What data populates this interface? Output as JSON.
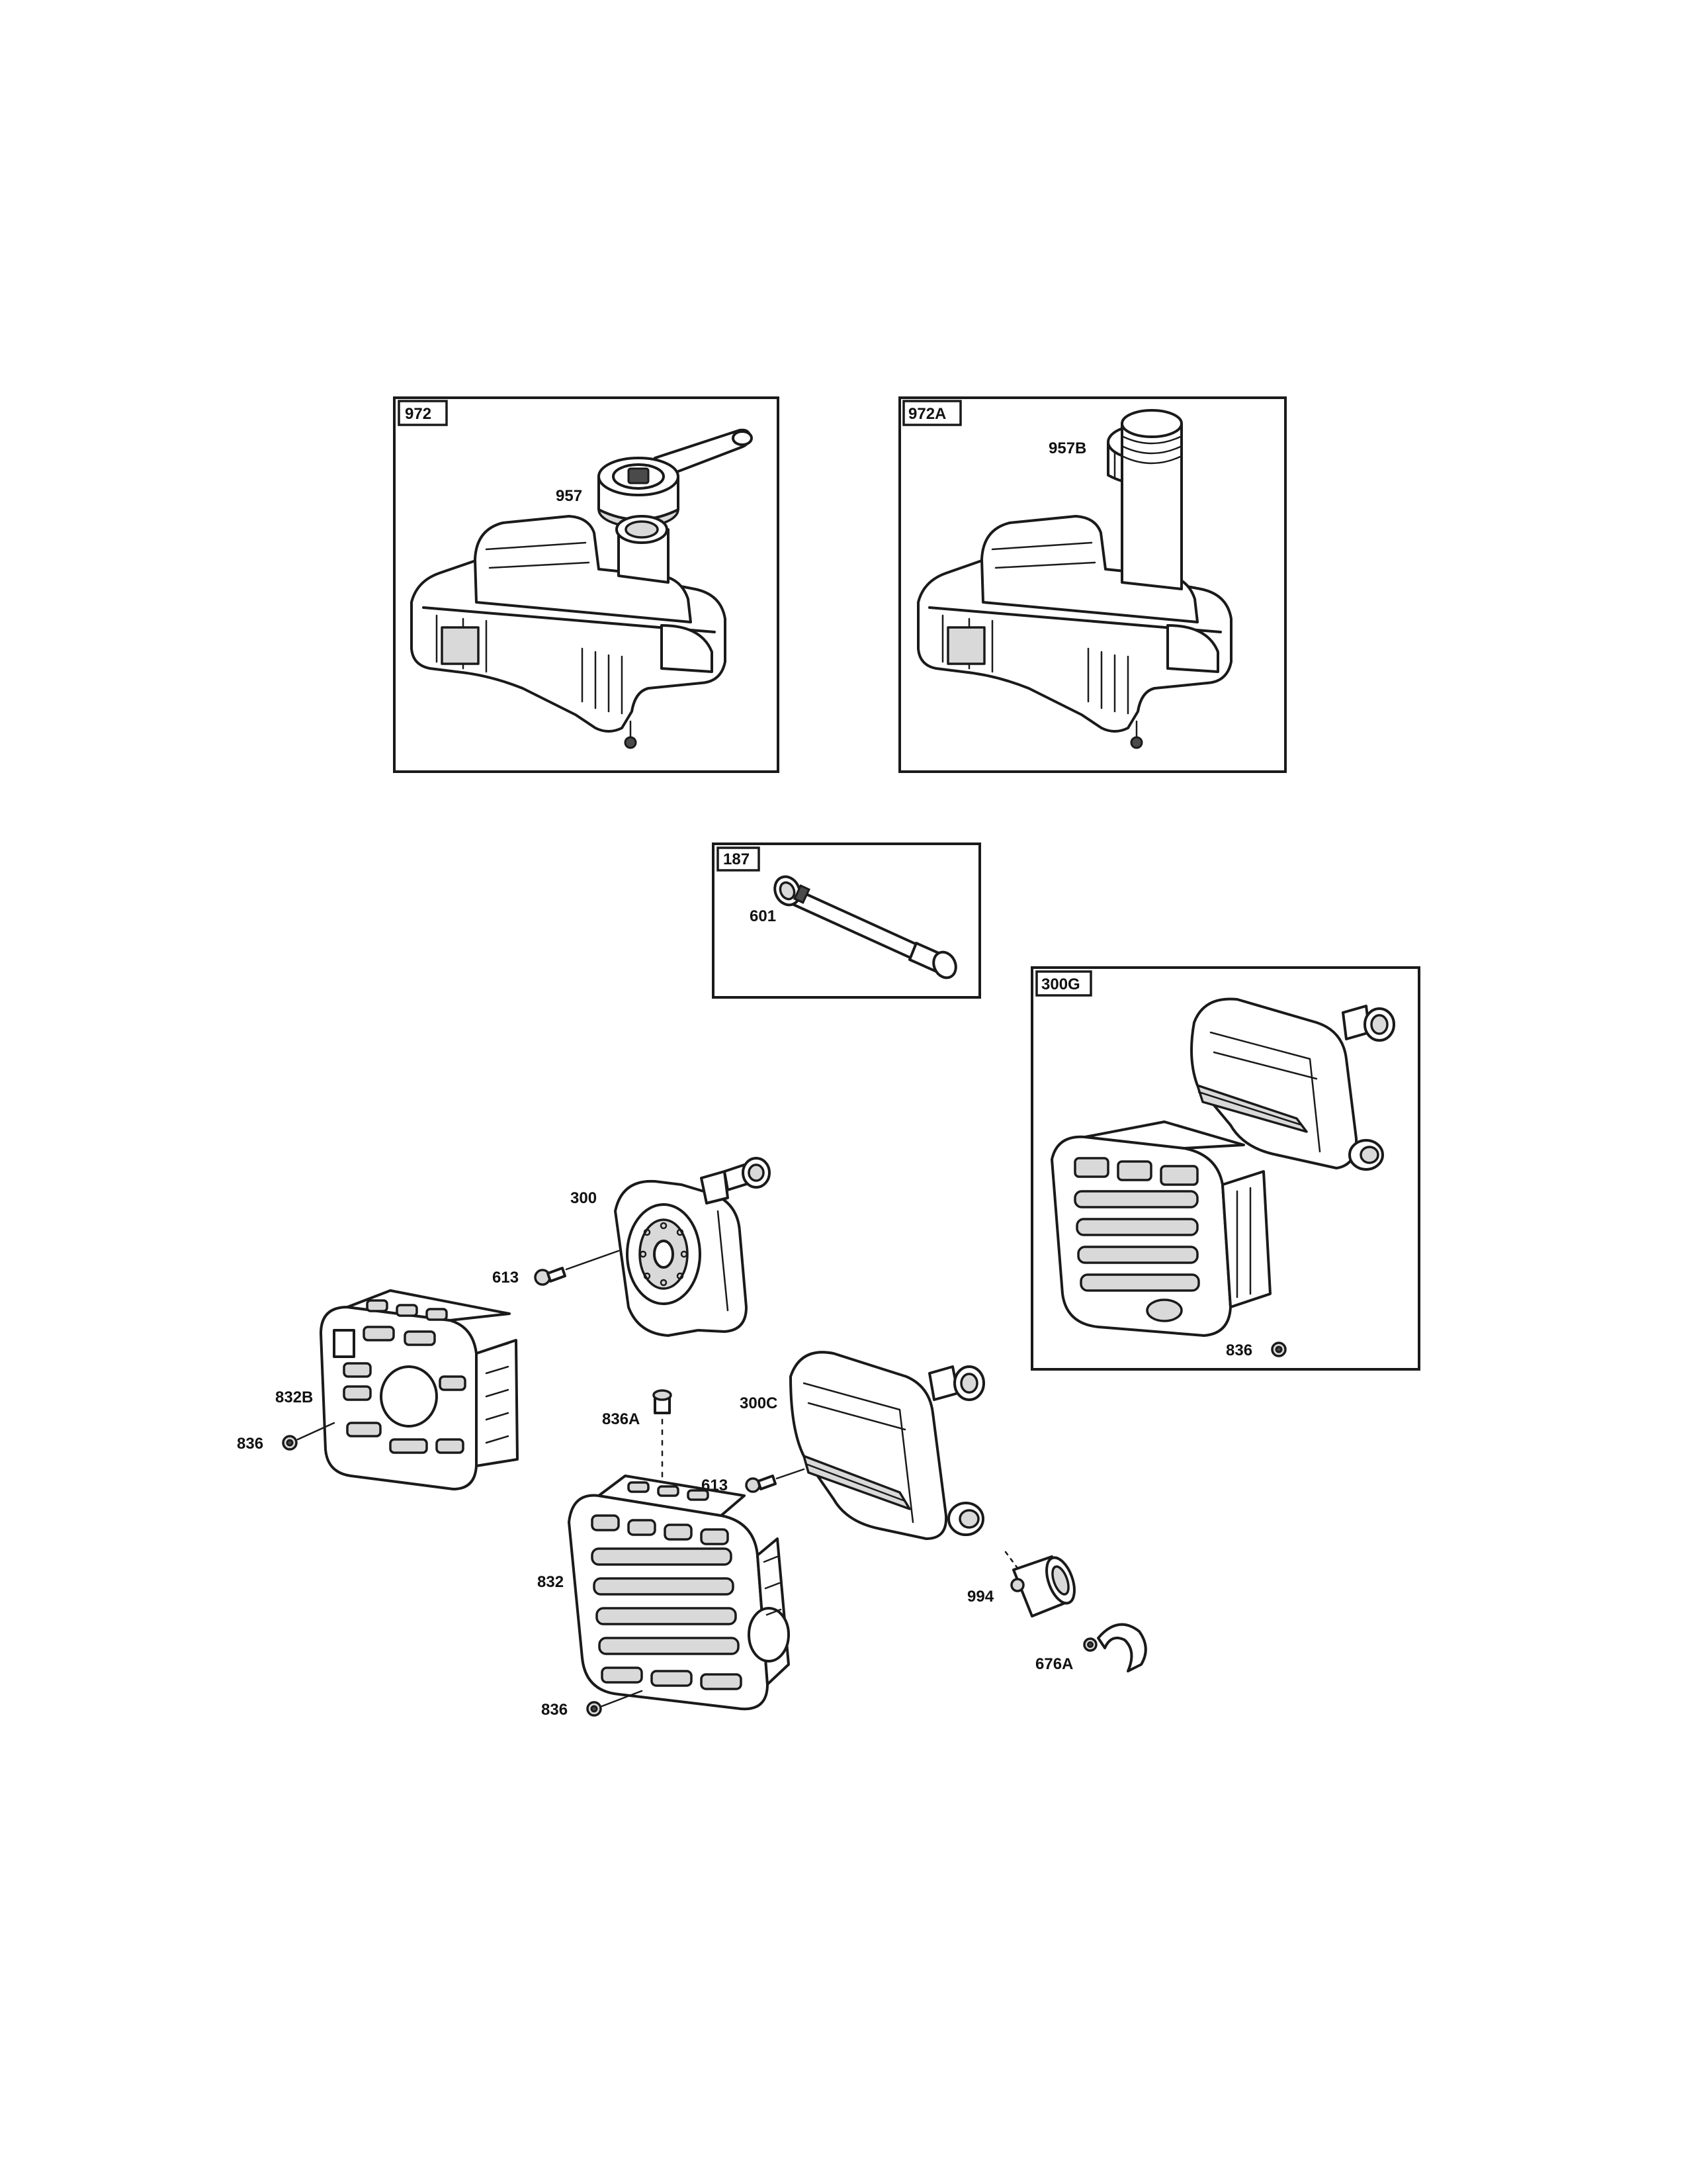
{
  "boxes": {
    "tank_972": "972",
    "tank_972a": "972A",
    "kit_187": "187",
    "kit_300g": "300G"
  },
  "callouts": {
    "cap_957": "957",
    "cap_957b": "957B",
    "pipe_601": "601",
    "muffler_300": "300",
    "screw_613_upper": "613",
    "guard_832b": "832B",
    "nut_836_left": "836",
    "nut_836a": "836A",
    "muffler_300c": "300C",
    "screw_613_lower": "613",
    "guard_832": "832",
    "nut_836_bottom": "836",
    "deflector_994": "994",
    "clamp_676a": "676A",
    "nut_836_kit": "836"
  }
}
